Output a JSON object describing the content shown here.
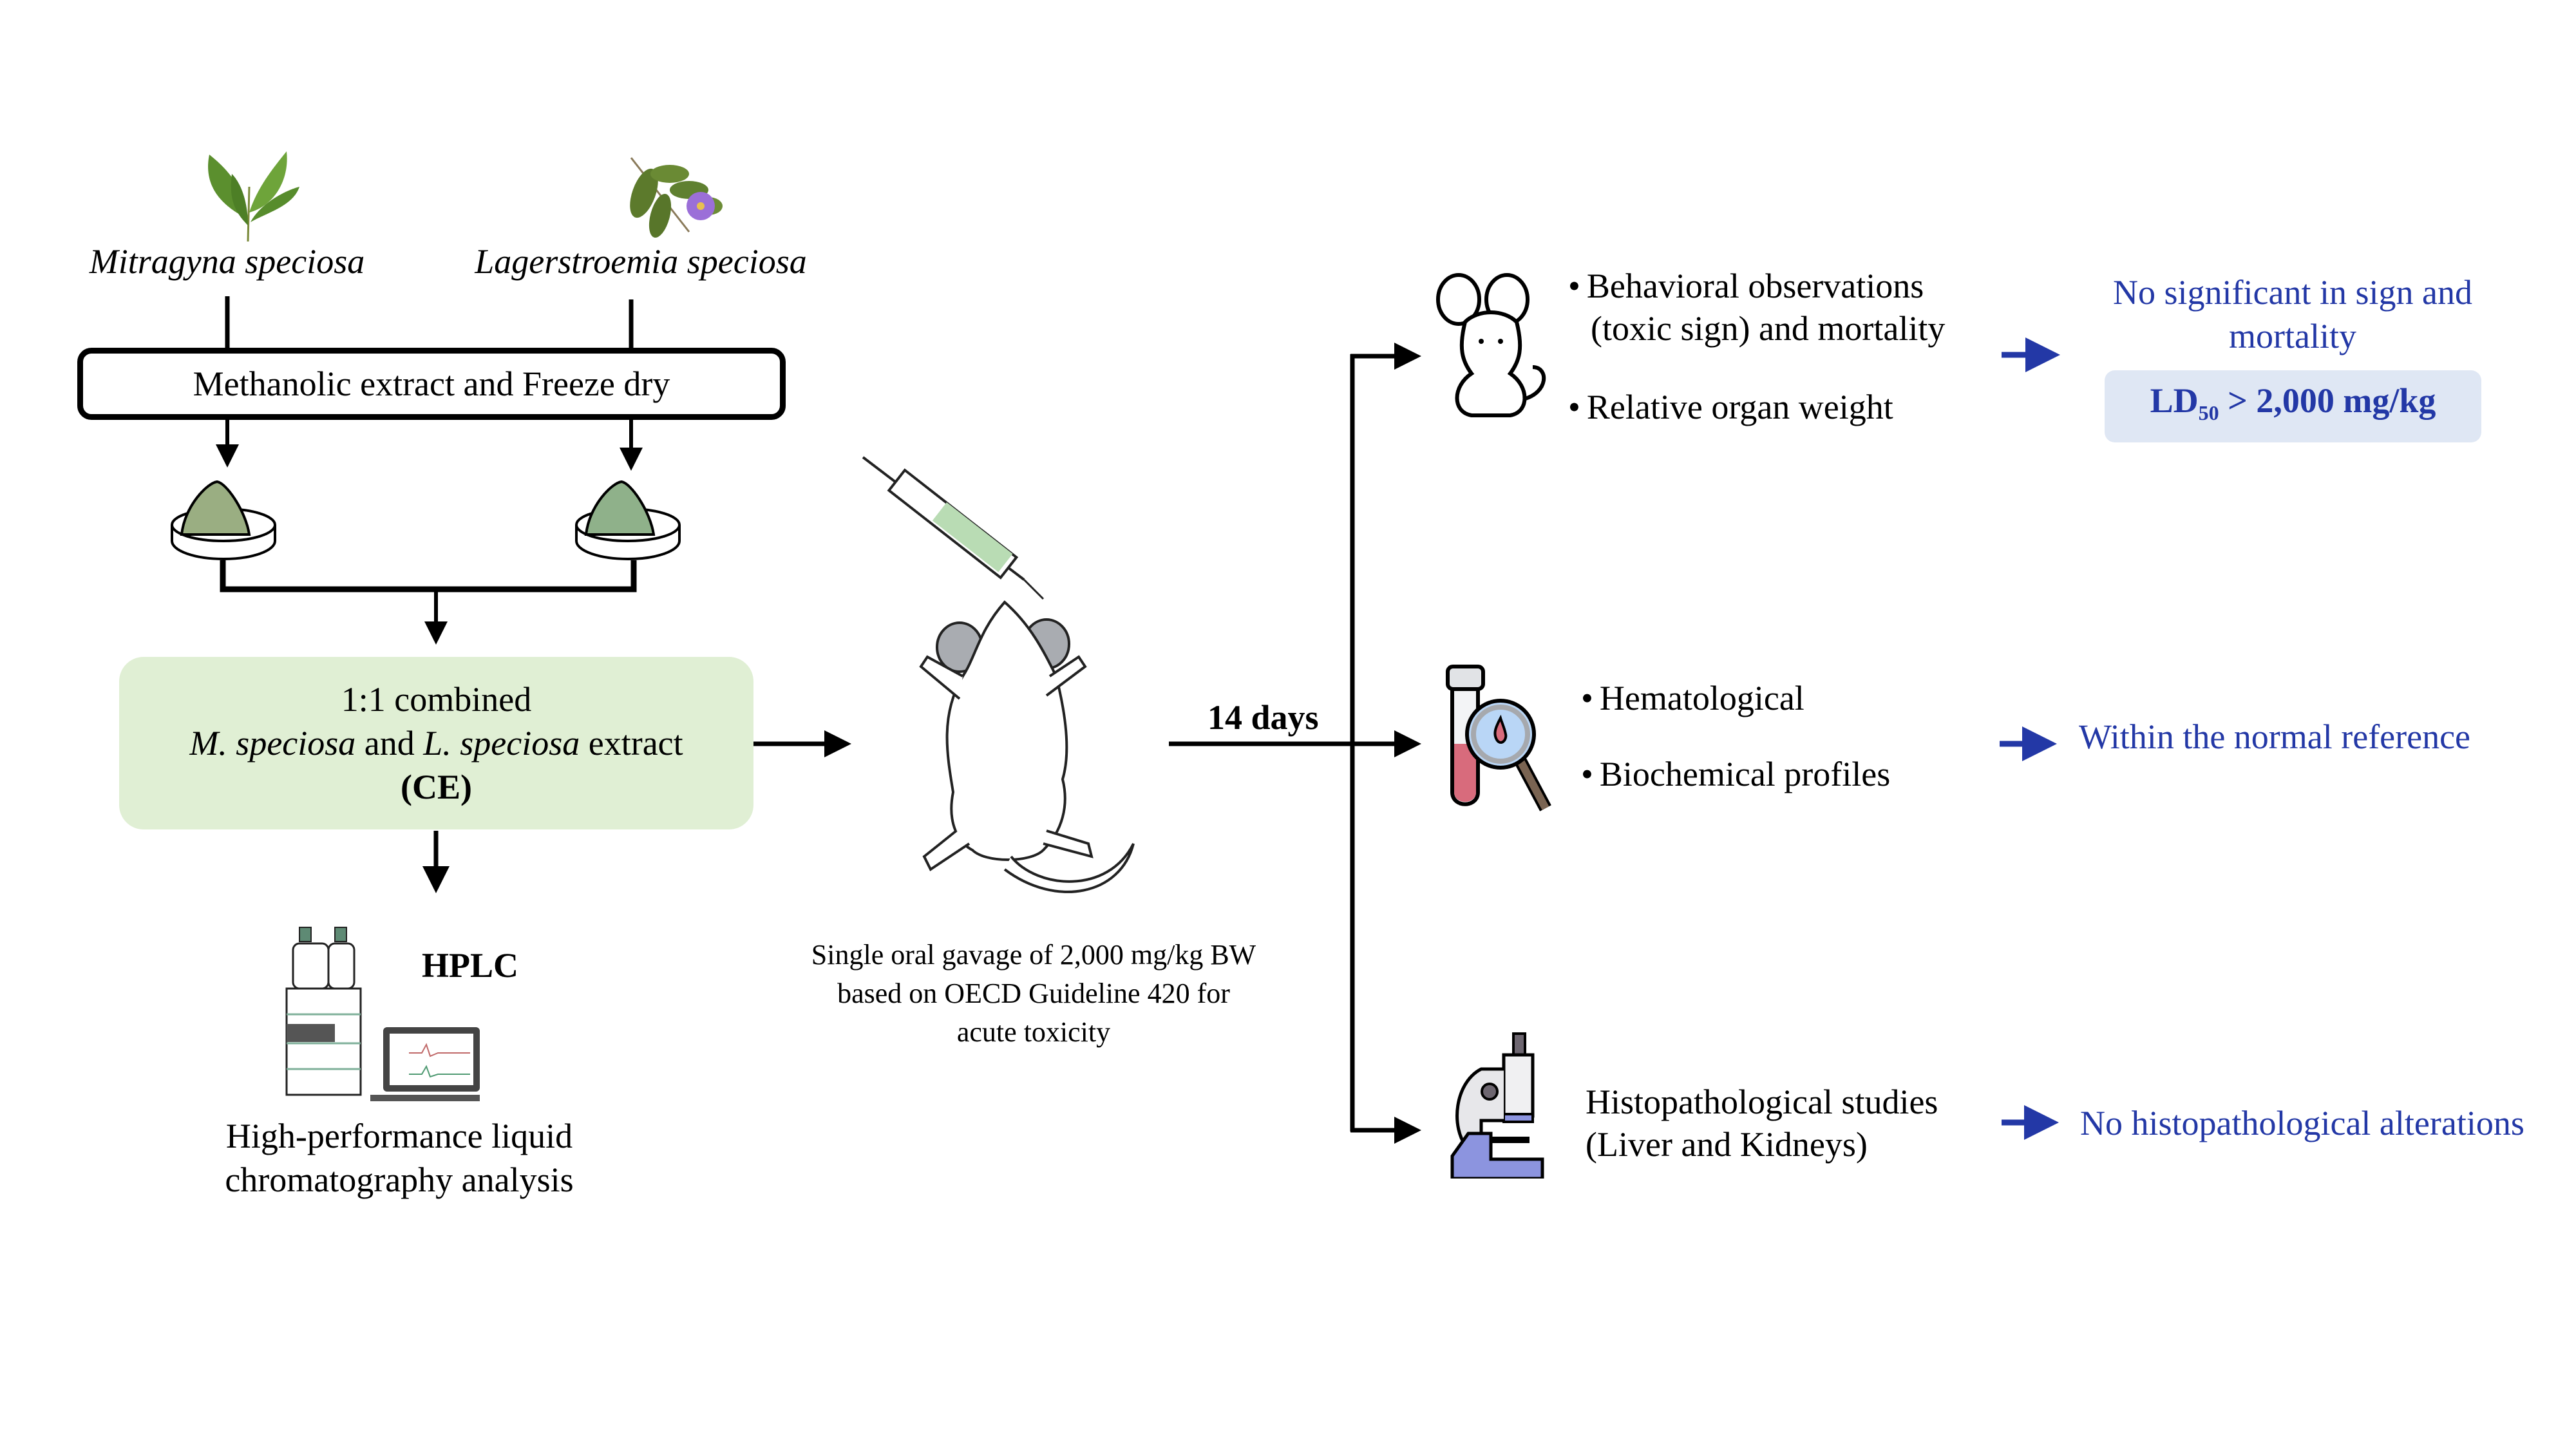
{
  "plants": [
    {
      "name": "Mitragyna speciosa",
      "icon": "kratom-leaves-icon"
    },
    {
      "name": "Lagerstroemia speciosa",
      "icon": "banaba-branch-flower-icon"
    }
  ],
  "extraction": {
    "label": "Methanolic extract and Freeze dry"
  },
  "powders": [
    {
      "icon": "powder-dish-icon"
    },
    {
      "icon": "powder-dish-icon"
    }
  ],
  "combined": {
    "line1": "1:1 combined",
    "line2_a": "M. speciosa",
    "line2_b": " and ",
    "line2_c": "L. speciosa",
    "line2_d": " extract",
    "line3": "(CE)"
  },
  "hplc": {
    "label": "HPLC",
    "caption_line1": "High-performance liquid",
    "caption_line2": "chromatography analysis"
  },
  "gavage": {
    "caption_line1": "Single oral gavage of 2,000 mg/kg BW",
    "caption_line2": "based on OECD Guideline 420 for",
    "caption_line3": "acute toxicity"
  },
  "timeline": {
    "label": "14 days"
  },
  "outcomes": [
    {
      "icon": "mouse-icon",
      "items": [
        "Behavioral observations",
        "(toxic sign) and mortality",
        "Relative organ weight"
      ],
      "result_line1": "No significant in sign and",
      "result_line2": "mortality",
      "ld50": {
        "prefix": "LD",
        "sub": "50",
        "suffix": " > 2,000 mg/kg"
      }
    },
    {
      "icon": "test-tube-magnifier-icon",
      "items": [
        "Hematological",
        "Biochemical profiles"
      ],
      "result_line1": "Within the normal reference"
    },
    {
      "icon": "microscope-icon",
      "items": [
        "Histopathological studies",
        "(Liver and Kidneys)"
      ],
      "result_line1": "No histopathological alterations"
    }
  ],
  "colors": {
    "result_text": "#2338a6",
    "ce_box": "#e0efd4",
    "ld50_box": "#dfe7f4",
    "arrow_blue": "#2338a6"
  }
}
